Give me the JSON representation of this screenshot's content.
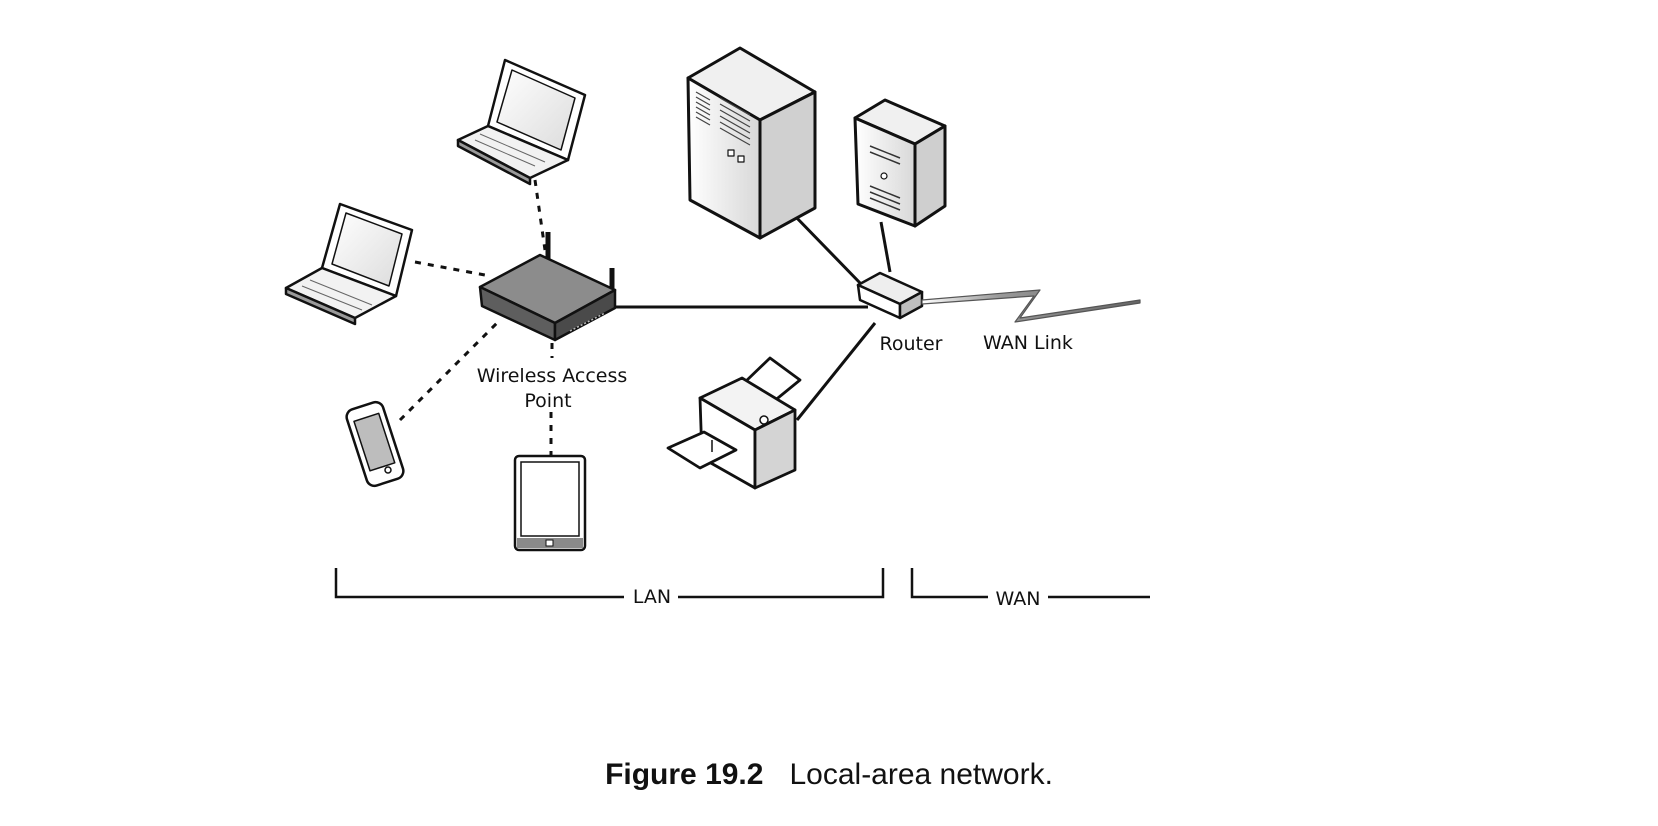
{
  "labels": {
    "access_point_line1": "Wireless Access",
    "access_point_line2": "Point",
    "router": "Router",
    "wan_link": "WAN Link"
  },
  "brackets": {
    "lan": "LAN",
    "wan": "WAN"
  },
  "caption": {
    "figure_number": "Figure 19.2",
    "text": "Local-area network."
  },
  "icons": [
    "laptop-icon",
    "laptop-icon",
    "smartphone-icon",
    "tablet-icon",
    "wireless-access-point-icon",
    "tower-server-icon",
    "desktop-tower-icon",
    "printer-icon",
    "router-icon",
    "lightning-bolt-icon"
  ]
}
